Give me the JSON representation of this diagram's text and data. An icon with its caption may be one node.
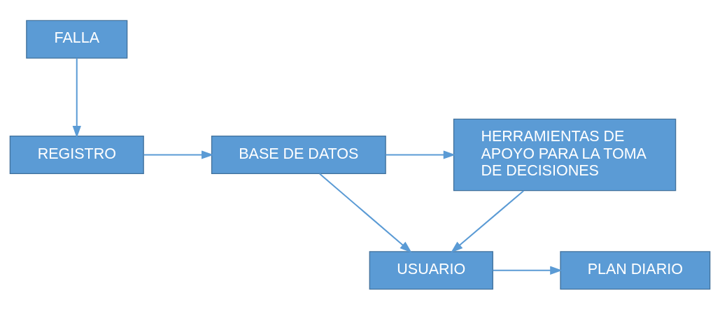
{
  "diagram": {
    "nodes": [
      {
        "text": [
          "FALLA"
        ]
      },
      {
        "text": [
          "REGISTRO"
        ]
      },
      {
        "text": [
          "BASE DE DATOS"
        ]
      },
      {
        "text": [
          "HERRAMIENTAS DE APOYO PARA LA TOMA DE DECISIONES"
        ]
      },
      {
        "text": [
          "USUARIO"
        ]
      },
      {
        "text": [
          "PLAN DIARIO"
        ]
      }
    ],
    "edges": [
      {
        "from": 0,
        "to": 1,
        "arrow": "to"
      },
      {
        "from": 1,
        "to": 2,
        "arrow": "to"
      },
      {
        "from": 2,
        "to": 3,
        "arrow": "to"
      },
      {
        "from": 2,
        "to": 4,
        "arrow": "to"
      },
      {
        "from": 3,
        "to": 4,
        "arrow": "to"
      },
      {
        "from": 4,
        "to": 5,
        "arrow": "to"
      }
    ]
  }
}
